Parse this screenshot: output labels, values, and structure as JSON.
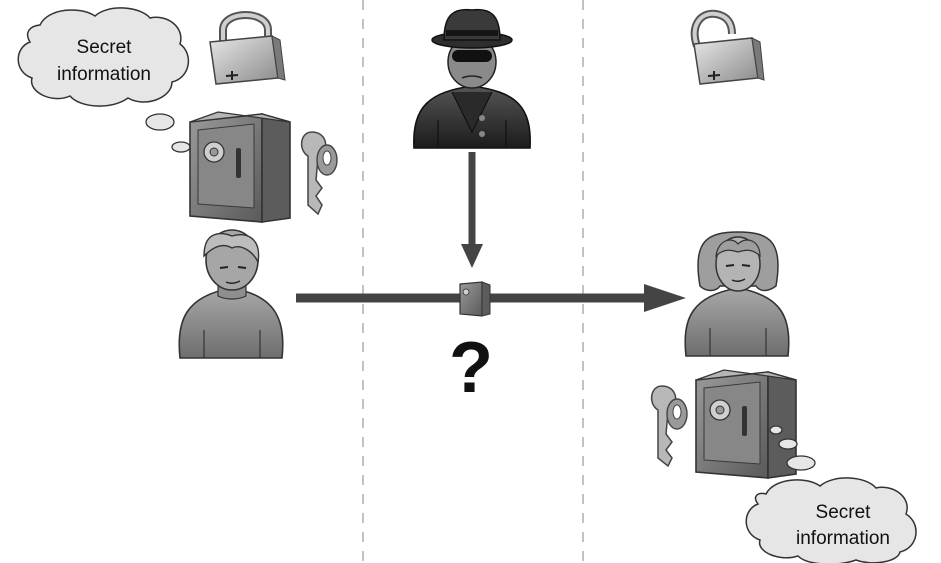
{
  "diagram": {
    "sender_thought": {
      "line1": "Secret",
      "line2": "information"
    },
    "receiver_thought": {
      "line1": "Secret",
      "line2": "information"
    },
    "channel_question": "?",
    "icons": {
      "sender": "person-male-icon",
      "receiver": "person-female-icon",
      "eavesdropper": "spy-icon",
      "locked_padlock": "padlock-closed-icon",
      "open_padlock": "padlock-open-icon",
      "safe": "safe-icon",
      "key": "key-icon"
    },
    "colors": {
      "arrow": "#444444",
      "divider": "#9a9a9a",
      "figure_fill": "#8c8c8c"
    }
  }
}
